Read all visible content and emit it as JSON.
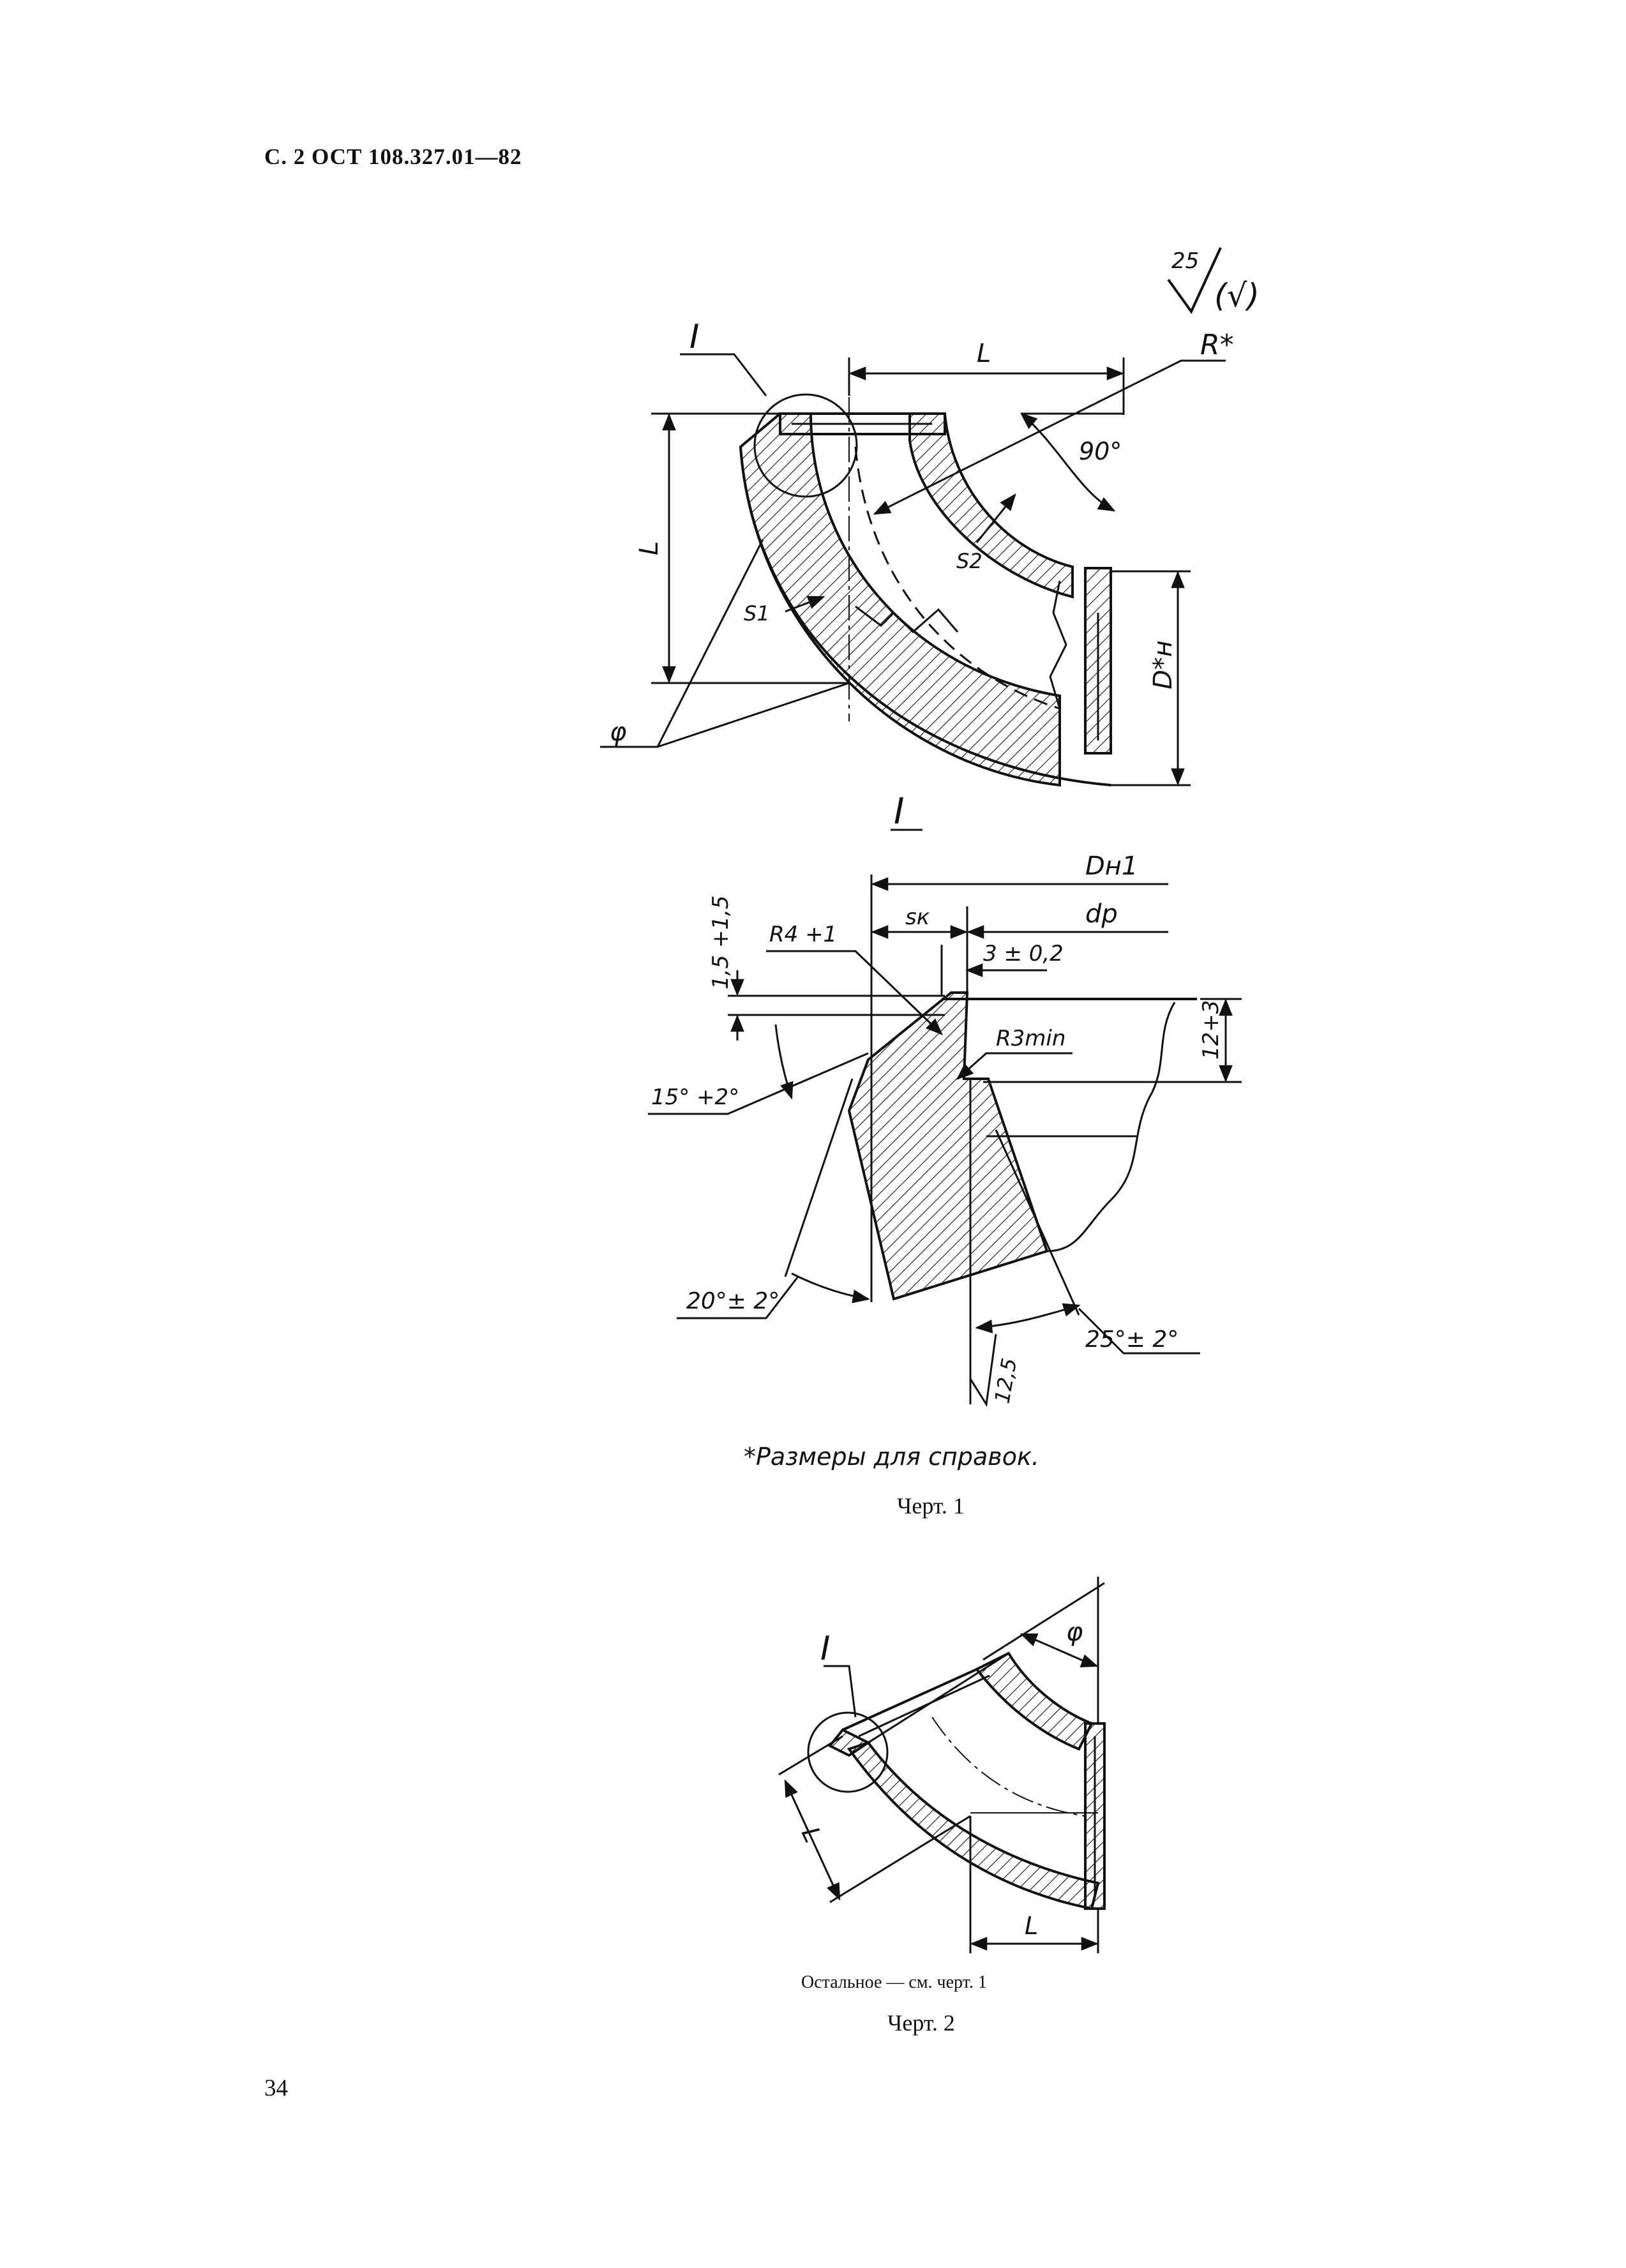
{
  "header": {
    "text": "С. 2  ОСТ 108.327.01—82"
  },
  "roughness": {
    "value": "25",
    "tail": "(√)"
  },
  "drawing1": {
    "view_label": "I",
    "dims": {
      "L_top": "L",
      "L_left": "L",
      "R": "R*",
      "angle": "90°",
      "S1": "S1",
      "S2": "S2",
      "Dn": "D*н",
      "phi": "φ"
    }
  },
  "detail": {
    "title": "I",
    "dims": {
      "Dn1": "Dн1",
      "sk": "sк",
      "dp": "dр",
      "R4": "R4 +1",
      "tol_3": "3 ± 0,2",
      "v_1_5": "1,5 +1,5",
      "R3": "R3min",
      "v_12": "12+3",
      "a15": "15° +2°",
      "a20": "20°± 2°",
      "a25": "25°± 2°",
      "rough": "12,5"
    },
    "note": "*Размеры для справок.",
    "caption": "Черт. 1"
  },
  "drawing2": {
    "view_label": "I",
    "dims": {
      "phi": "φ",
      "L_diag": "L",
      "L_bottom": "L"
    },
    "note": "Остальное — см. черт. 1",
    "caption": "Черт. 2"
  },
  "page_number": "34"
}
